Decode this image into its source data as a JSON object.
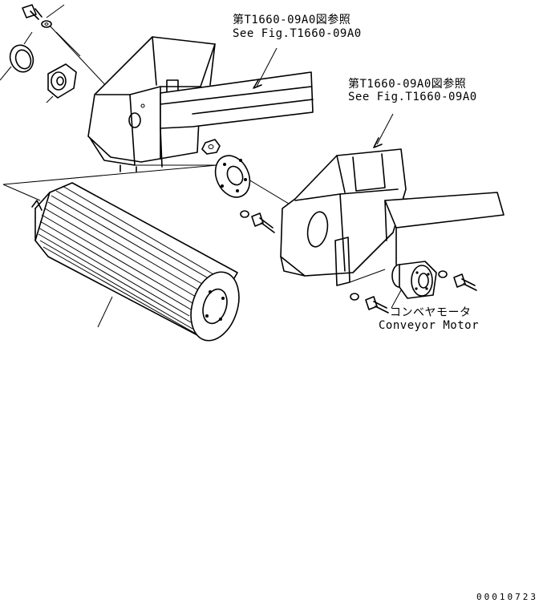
{
  "callouts": {
    "ref_left_jp": "第T1660-09A0図参照",
    "ref_left_en": "See Fig.T1660-09A0",
    "ref_right_jp": "第T1660-09A0図参照",
    "ref_right_en": "See Fig.T1660-09A0",
    "motor_jp": "コンベヤモータ",
    "motor_en": "Conveyor Motor"
  },
  "document_number": "00010723"
}
